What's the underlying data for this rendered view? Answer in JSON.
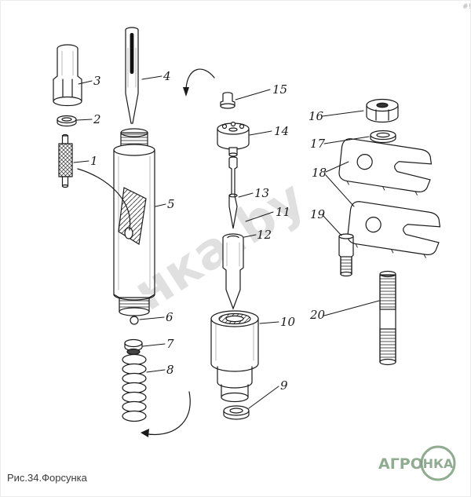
{
  "figure": {
    "caption": "Рис.34.Форсунка",
    "watermark": "нка.by",
    "corner_mark": "#!",
    "logo": {
      "word": "АГРО",
      "badge": "НКА"
    },
    "colors": {
      "line": "#1a1a1a",
      "logo_green": "#7d9e7d",
      "watermark_gray": "#c3c3c3"
    }
  },
  "parts": [
    "1",
    "2",
    "3",
    "4",
    "5",
    "6",
    "7",
    "8",
    "9",
    "10",
    "11",
    "12",
    "13",
    "14",
    "15",
    "16",
    "17",
    "18",
    "19",
    "20"
  ]
}
